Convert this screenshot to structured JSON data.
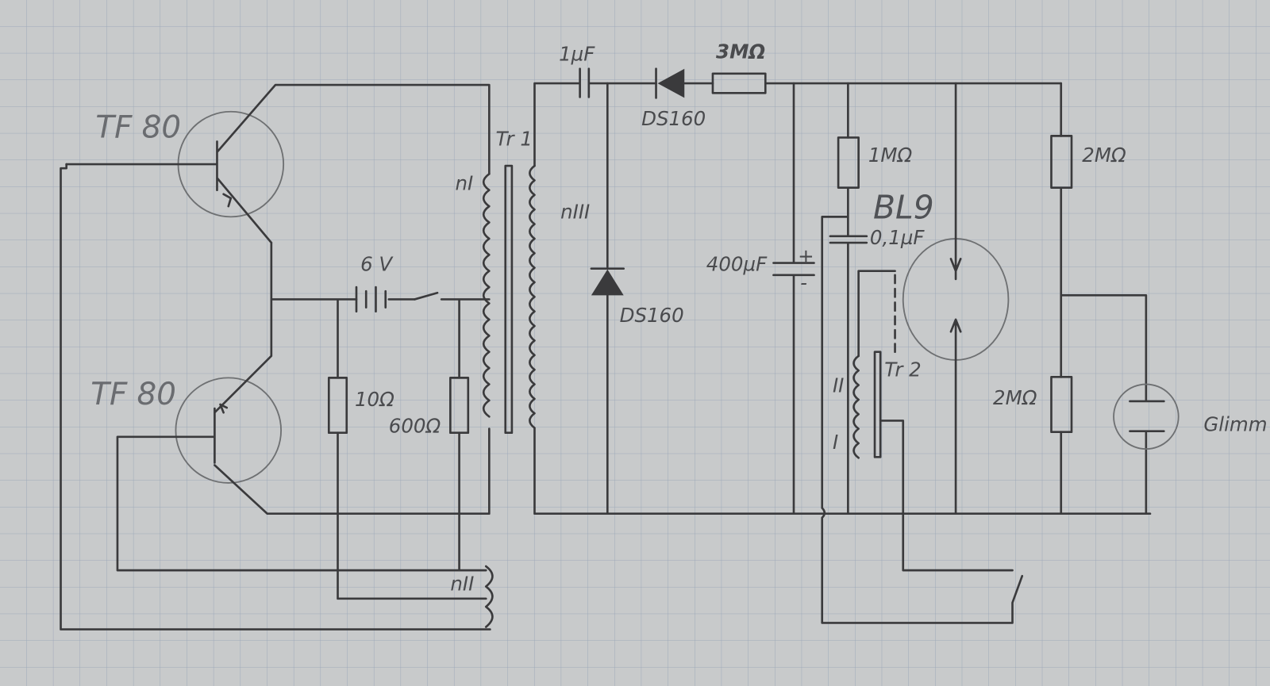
{
  "labels": {
    "transistor_top": "TF 80",
    "transistor_bottom": "TF 80",
    "transformer_1": "Tr 1",
    "winding_n1": "nI",
    "winding_n2": "nII",
    "winding_n3": "nIII",
    "battery": "6 V",
    "resistor_10": "10Ω",
    "resistor_600": "600Ω",
    "capacitor_1uf": "1µF",
    "diode_top": "DS160",
    "diode_vertical": "DS160",
    "resistor_3m": "3MΩ",
    "resistor_1m": "1MΩ",
    "tube": "BL9",
    "capacitor_01uf": "0,1µF",
    "capacitor_400uf": "400µF",
    "cap_plus": "+",
    "cap_minus": "-",
    "transformer_2": "Tr 2",
    "tr2_winding_2": "II",
    "tr2_winding_1": "I",
    "resistor_2m_top": "2MΩ",
    "resistor_2m_bottom": "2MΩ",
    "glow_lamp": "Glimm"
  },
  "colors": {
    "paper": "#c8cacb",
    "grid": "#9aa6b8",
    "ink": "#3a3a3c"
  }
}
